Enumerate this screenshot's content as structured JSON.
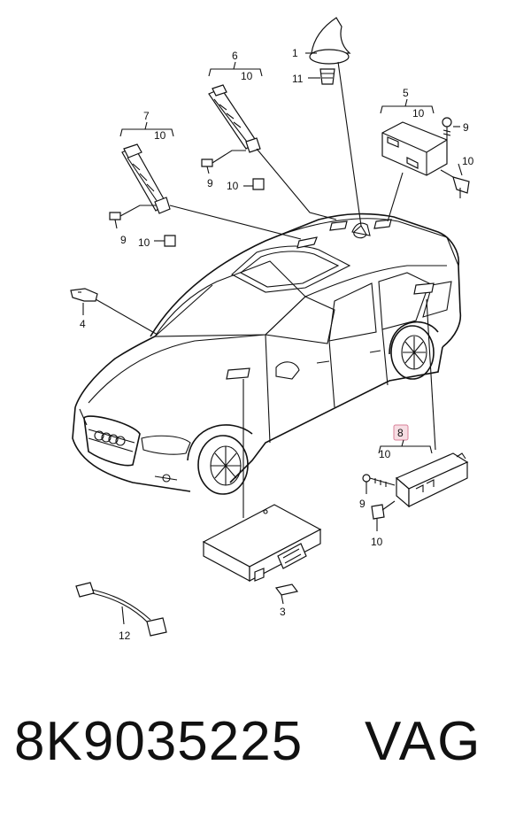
{
  "callouts": {
    "c1": "1",
    "c11": "11",
    "c5": "5",
    "c5_sub": "10",
    "c9_5": "9",
    "c10_5": "10",
    "c6": "6",
    "c6_sub": "10",
    "c9_6": "9",
    "c10_6": "10",
    "c7": "7",
    "c7_sub": "10",
    "c9_7": "9",
    "c10_7": "10",
    "c4": "4",
    "c8": "8",
    "c8_sub": "10",
    "c9_8": "9",
    "c10_8": "10",
    "c3": "3",
    "c12": "12"
  },
  "footer": {
    "part_number": "8K9035225",
    "brand": "VAG"
  },
  "colors": {
    "line": "#111111",
    "highlight_fill": "#f7dde3",
    "highlight_border": "#d9819a"
  }
}
